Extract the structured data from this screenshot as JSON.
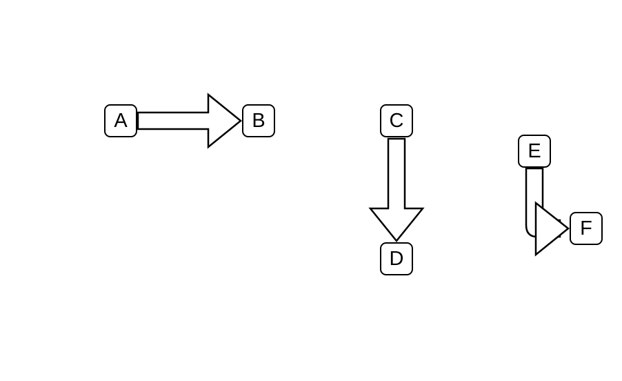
{
  "diagram": {
    "nodes": {
      "a": "A",
      "b": "B",
      "c": "C",
      "d": "D",
      "e": "E",
      "f": "F"
    },
    "connectors": [
      {
        "from": "A",
        "to": "B",
        "style": "block-arrow"
      },
      {
        "from": "C",
        "to": "D",
        "style": "block-arrow"
      },
      {
        "from": "E",
        "to": "F",
        "style": "block-arrow-elbow"
      }
    ],
    "colors": {
      "stroke": "#000000",
      "fill": "#ffffff",
      "background": "#ffffff"
    }
  }
}
